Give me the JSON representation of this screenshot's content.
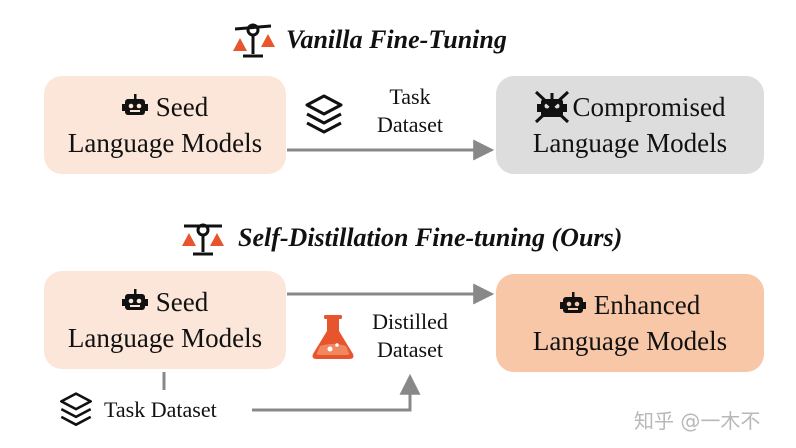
{
  "colors": {
    "accent": "#e8542b",
    "seed_box": "#fbe6d9",
    "compromised_box": "#dddddd",
    "enhanced_box": "#f7c7a8",
    "arrow": "#888888"
  },
  "vanilla": {
    "title": "Vanilla Fine-Tuning",
    "seed_line1": "Seed",
    "seed_line2": "Language Models",
    "task_line1": "Task",
    "task_line2": "Dataset",
    "result_line1": "Compromised",
    "result_line2": "Language Models"
  },
  "sdft": {
    "title": "Self-Distillation Fine-tuning (Ours)",
    "seed_line1": "Seed",
    "seed_line2": "Language Models",
    "distilled_line1": "Distilled",
    "distilled_line2": "Dataset",
    "result_line1": "Enhanced",
    "result_line2": "Language Models",
    "task_label": "Task Dataset"
  },
  "watermark": "知乎 @一木不"
}
